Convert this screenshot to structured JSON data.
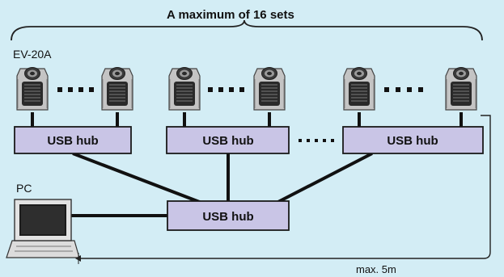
{
  "title": "A maximum of 16 sets",
  "camera_label": "EV-20A",
  "pc_label": "PC",
  "hub_label": "USB hub",
  "distance_label": "max. 5m",
  "colors": {
    "background": "#d3edf5",
    "hub_fill": "#c9c5e6",
    "hub_stroke": "#1a1a1a",
    "line": "#111111",
    "arrow": "#222222",
    "camera_body": "#c4c4c4",
    "camera_dark": "#2a2a2a"
  },
  "icons": {
    "camera": "document-camera-icon",
    "pc": "desktop-computer-icon",
    "ellipsis": "ellipsis-icon"
  }
}
